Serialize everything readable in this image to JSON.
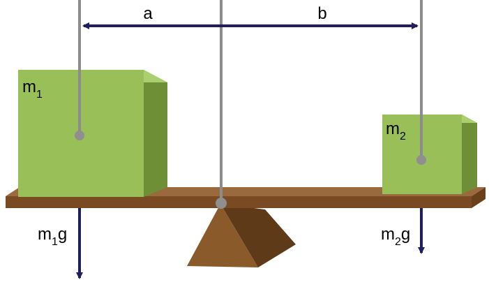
{
  "labels": {
    "distance_a": "a",
    "distance_b": "b",
    "mass1": {
      "base": "m",
      "sub": "1"
    },
    "mass2": {
      "base": "m",
      "sub": "2"
    },
    "force1": {
      "base": "m",
      "sub": "1",
      "tail": "g"
    },
    "force2": {
      "base": "m",
      "sub": "2",
      "tail": "g"
    }
  },
  "colors": {
    "arrow": "#1f1f5e",
    "rod": "#8c8c8c",
    "pivot_dot": "#8f8f8f",
    "box_front": "#99bf59",
    "box_top": "#aacf6d",
    "box_side": "#6f8f36",
    "plank_top": "#9a6a3e",
    "plank_front": "#7a4b23",
    "fulcrum_front": "#8a5a2b",
    "fulcrum_side": "#5e3a18"
  }
}
